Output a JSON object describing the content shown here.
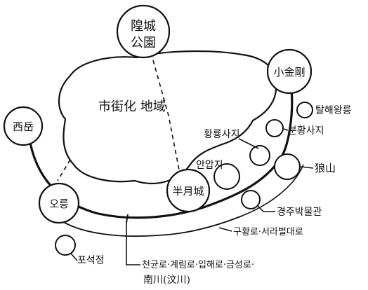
{
  "labels": {
    "zone": "市街化 地域",
    "park_top": "隍城",
    "park_bottom": "公園",
    "west_mt": "西岳",
    "north_mt": "小金剛",
    "wolseong": "半月城",
    "obong": "오릉",
    "nangsan": "狼山",
    "hwangnyongsa": "황룡사지",
    "bunhwangsa": "분황사지",
    "talhae": "탈해왕릉",
    "anapji": "안압지",
    "museum": "경주박물관",
    "poseokjeong": "포석정",
    "old_road": "구황로·서라벌대로",
    "streets": "천균로·계림로·입해로·금성로·",
    "river": "南川(汶川)"
  }
}
